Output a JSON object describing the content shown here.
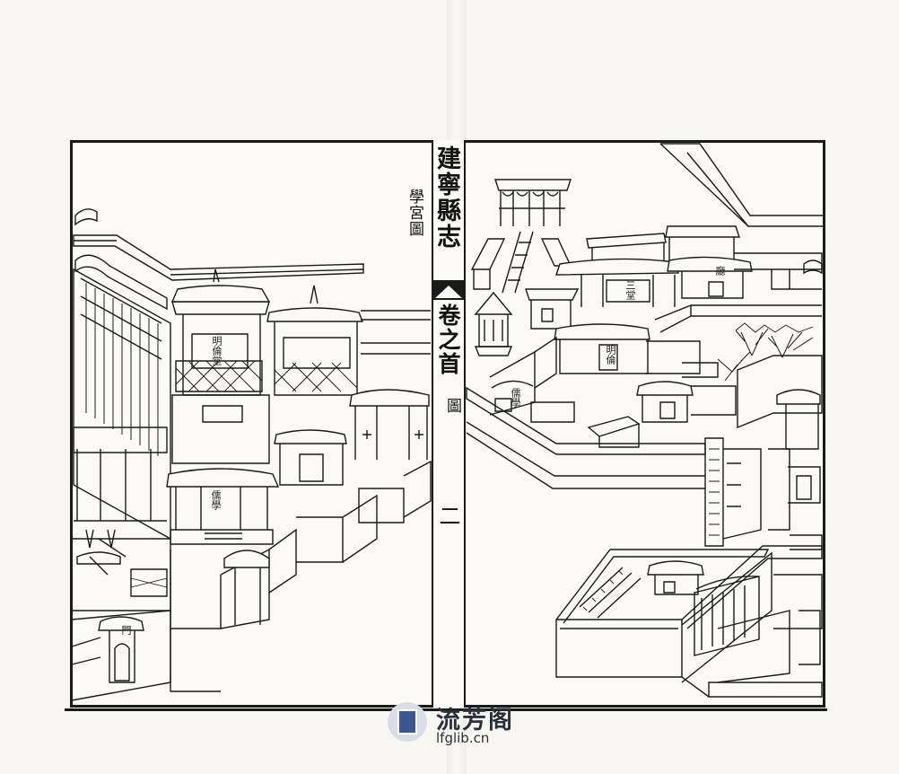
{
  "book": {
    "title": "建寧縣志",
    "volume": "卷之首",
    "section": "圖",
    "page": "二"
  },
  "map_title": "學宮圖",
  "building_labels": [
    "明倫堂",
    "儒學",
    "三堂",
    "廳",
    "明倫",
    "儒學",
    "門"
  ],
  "watermark": {
    "name": "流芳阁",
    "url": "lfglib.cn"
  }
}
